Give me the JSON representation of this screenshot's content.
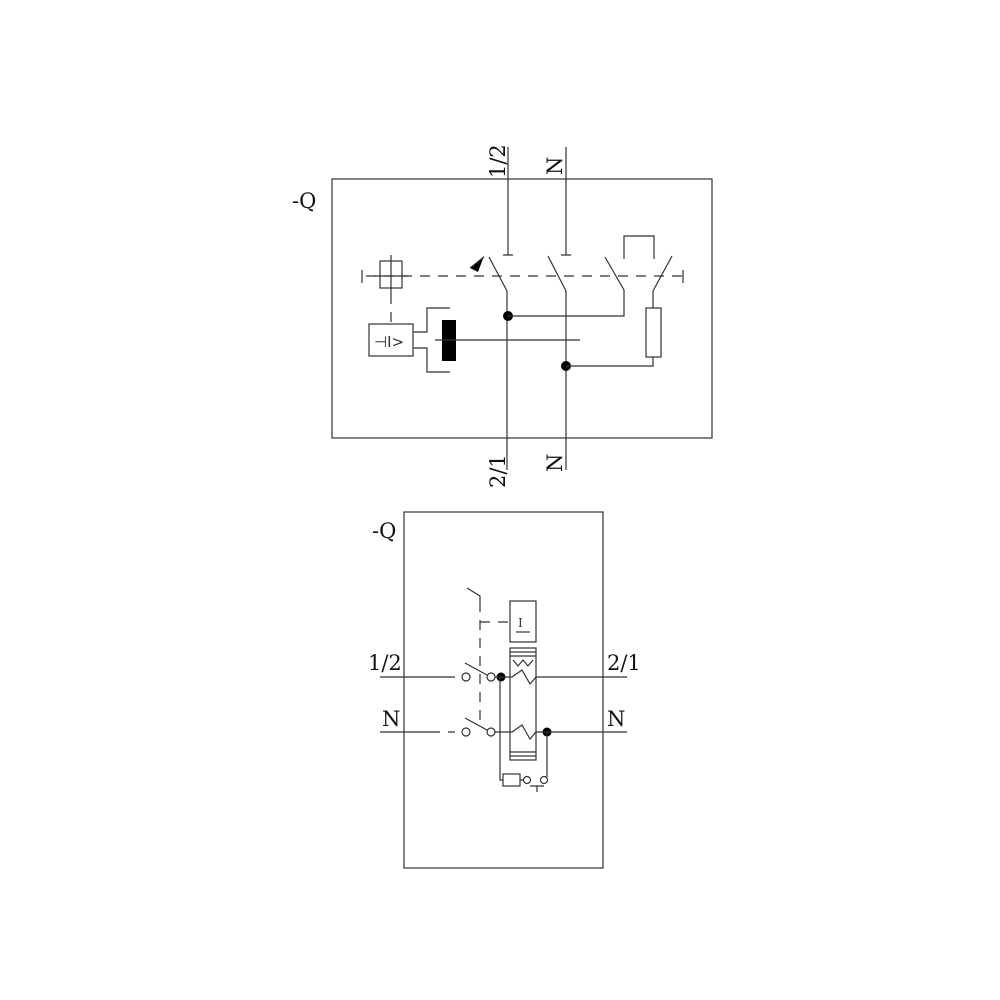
{
  "top_diagram": {
    "designation": "-Q",
    "terminals_top": [
      "1/2",
      "N"
    ],
    "terminals_bottom": [
      "2/1",
      "N"
    ],
    "relay_symbol": "⊣I>"
  },
  "bottom_diagram": {
    "designation": "-Q",
    "terminals_left": [
      "1/2",
      "N"
    ],
    "terminals_right": [
      "2/1",
      "N"
    ],
    "trip_symbol": "I"
  }
}
